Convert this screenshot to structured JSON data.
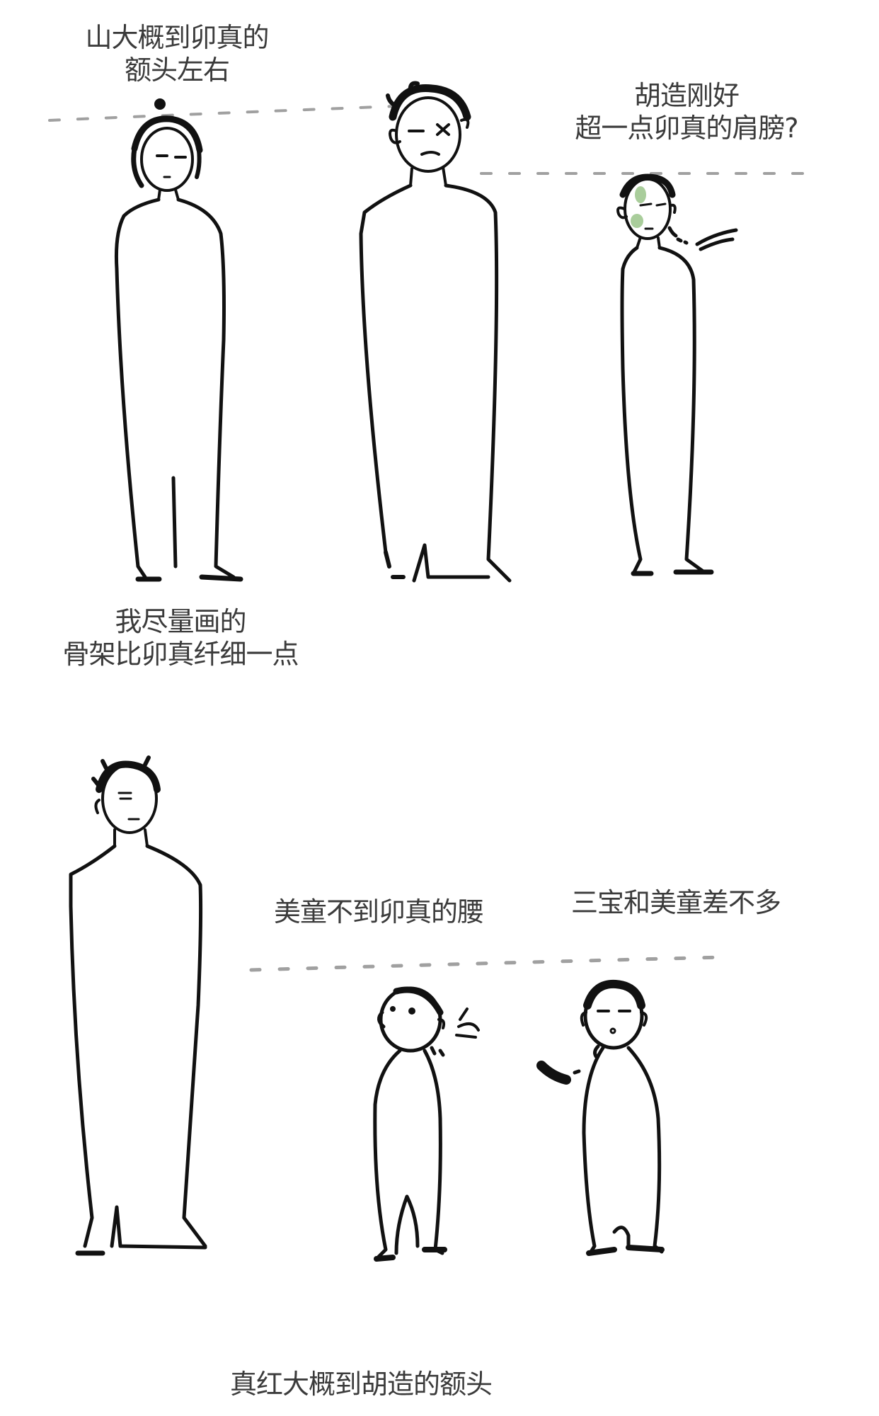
{
  "captions": {
    "top_left": {
      "line1": "山大概到卯真的",
      "line2": "额头左右"
    },
    "top_right": {
      "line1": "胡造刚好",
      "line2": "超一点卯真的肩膀?"
    },
    "middle_left": {
      "line1": "我尽量画的",
      "line2": "骨架比卯真纤细一点"
    },
    "bottom_mid": {
      "line1": "美童不到卯真的腰"
    },
    "bottom_right": {
      "line1": "三宝和美童差不多"
    },
    "bottom_center": {
      "line1": "真红大概到胡造的额头"
    }
  },
  "figures": [
    {
      "id": "figure-topknot",
      "row": 1,
      "position": "left"
    },
    {
      "id": "figure-tall-messy-hair",
      "row": 1,
      "position": "center"
    },
    {
      "id": "figure-green-blush",
      "row": 1,
      "position": "right"
    },
    {
      "id": "figure-tall-lower",
      "row": 2,
      "position": "left"
    },
    {
      "id": "figure-small-bald",
      "row": 2,
      "position": "center"
    },
    {
      "id": "figure-small-bowl-cut",
      "row": 2,
      "position": "right"
    }
  ],
  "colors": {
    "ink": "#111111",
    "text": "#3b3b3b",
    "guide_dash": "#9a9a9a",
    "blush": "#9ac48a",
    "background": "#ffffff"
  }
}
